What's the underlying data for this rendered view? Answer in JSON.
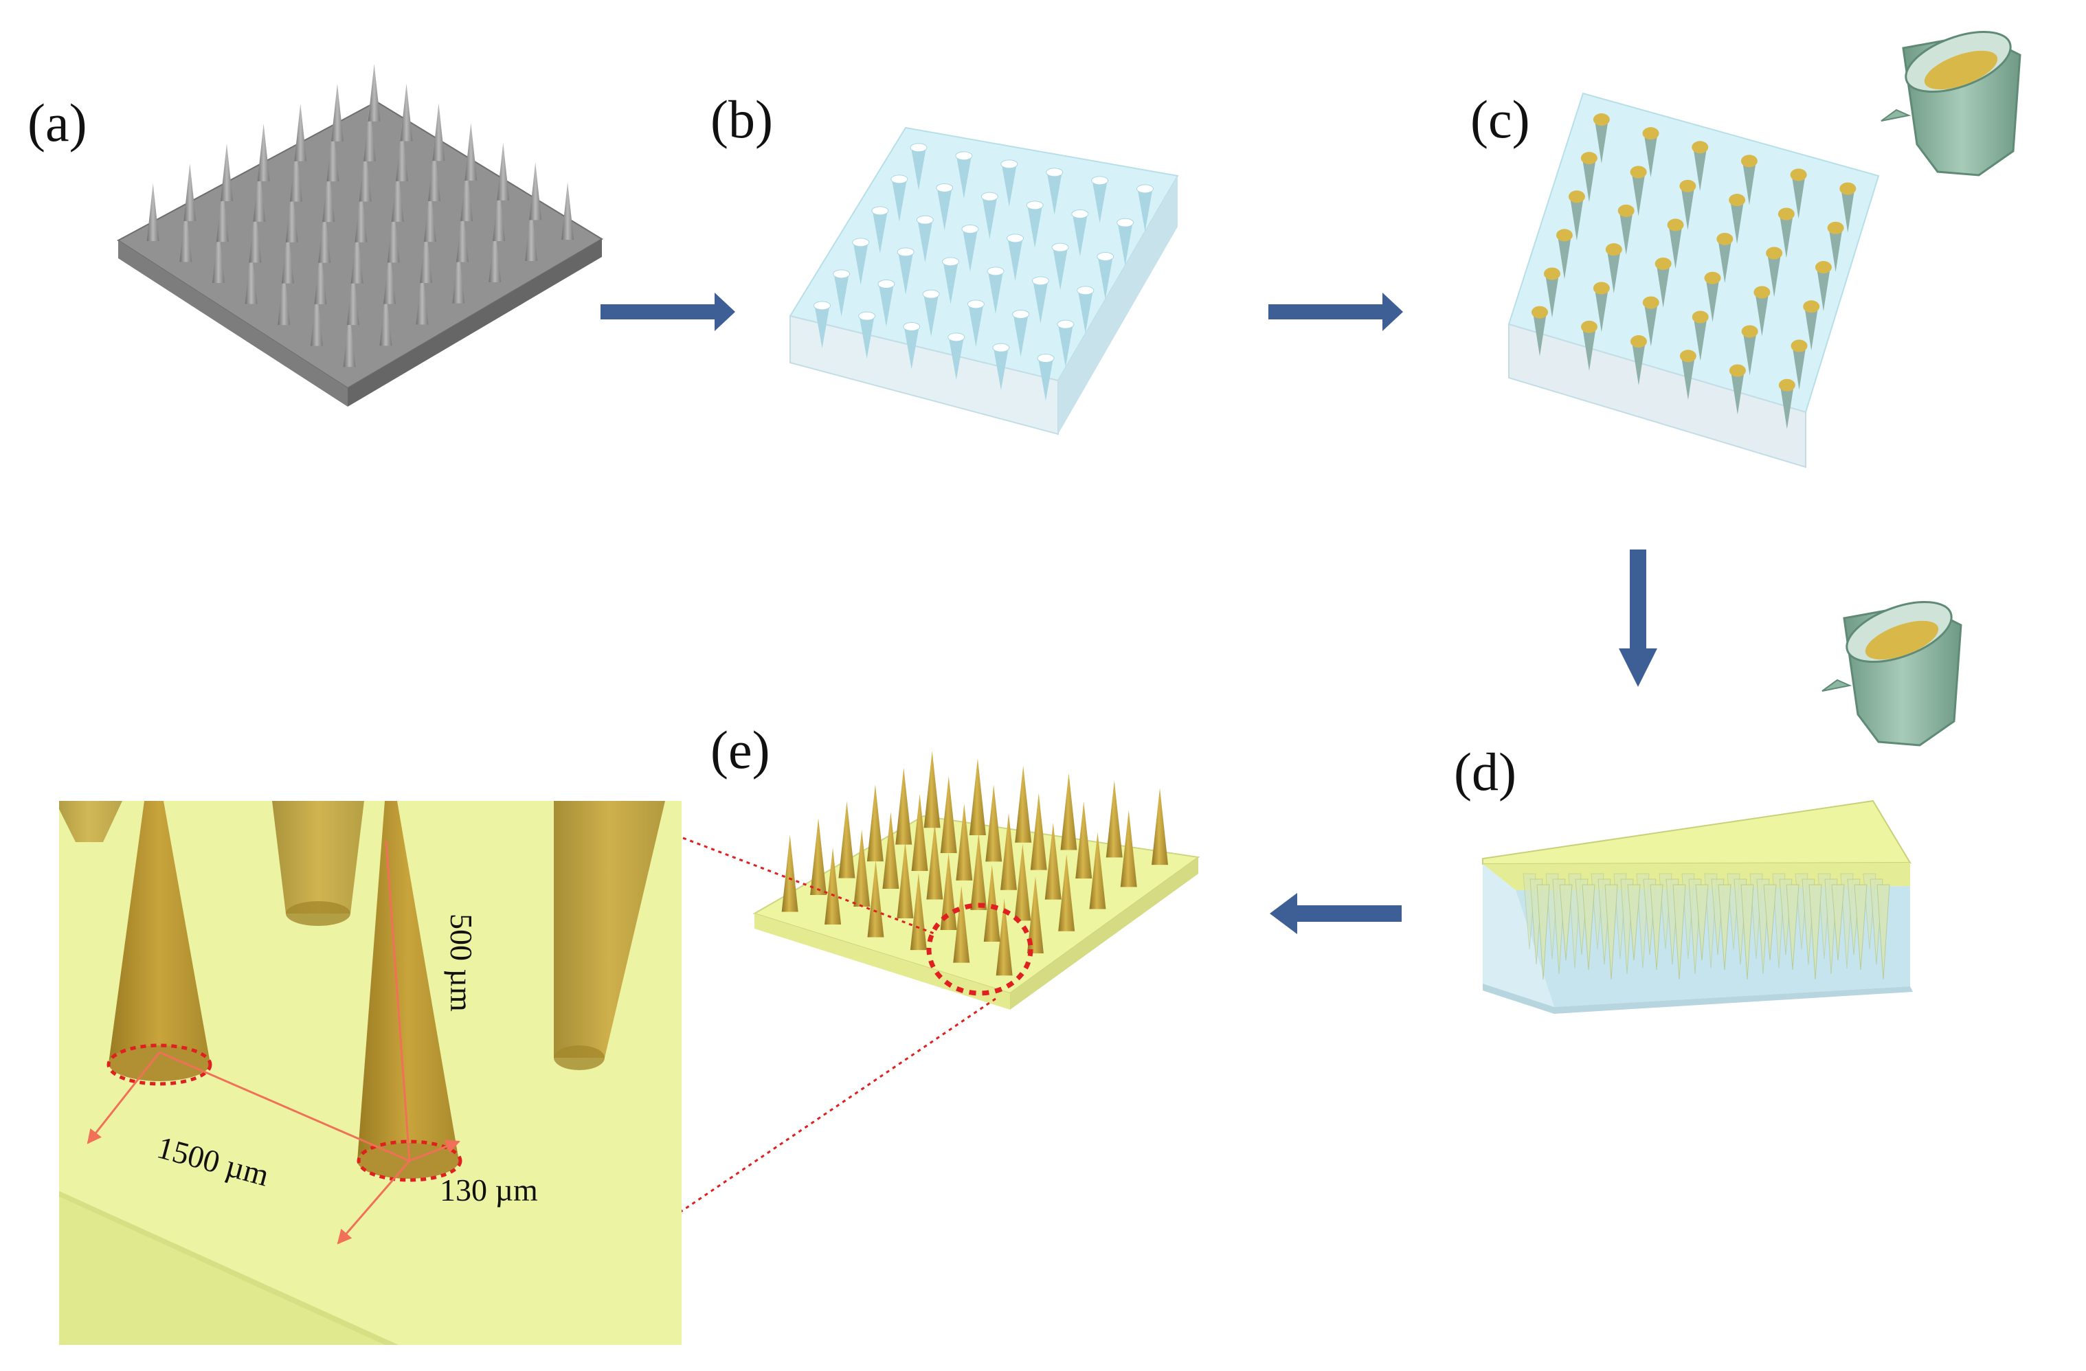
{
  "figure": {
    "panels": [
      {
        "id": "a",
        "label": "(a)"
      },
      {
        "id": "b",
        "label": "(b)"
      },
      {
        "id": "c",
        "label": "(c)"
      },
      {
        "id": "d",
        "label": "(d)"
      },
      {
        "id": "e",
        "label": "(e)"
      }
    ],
    "dimensions": {
      "height": "500 µm",
      "spacing": "1500 µm",
      "base_diameter": "130 µm"
    },
    "colors": {
      "master_mold": "#8c8c8c",
      "pdms_mold": "#d4f1f8",
      "polymer_fill": "#d9b84a",
      "backing_layer": "#eef5a0",
      "needle_gold": "#c9a43c",
      "arrow": "#3d5f95",
      "highlight": "#e02020",
      "beaker": "#8fb8a4"
    }
  }
}
